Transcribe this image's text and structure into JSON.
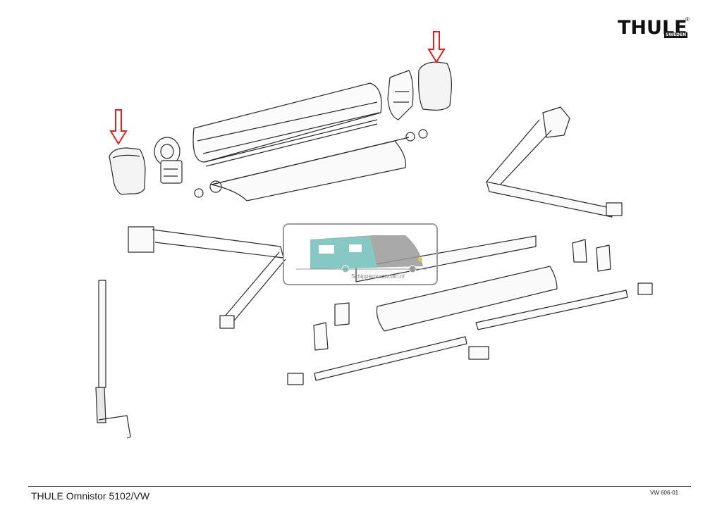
{
  "logo": {
    "brand": "THULE",
    "sub": "SWEDEN",
    "reg": "®"
  },
  "watermark": {
    "text": "Schipperproducten.nl"
  },
  "footer": {
    "title": "THULE Omnistor 5102/VW",
    "code": "VW 606-01"
  },
  "colors": {
    "line": "#2a2a2a",
    "arrow": "#e02020",
    "watermark_teal": "#86c9c4",
    "watermark_grey": "#9a9a9a"
  }
}
